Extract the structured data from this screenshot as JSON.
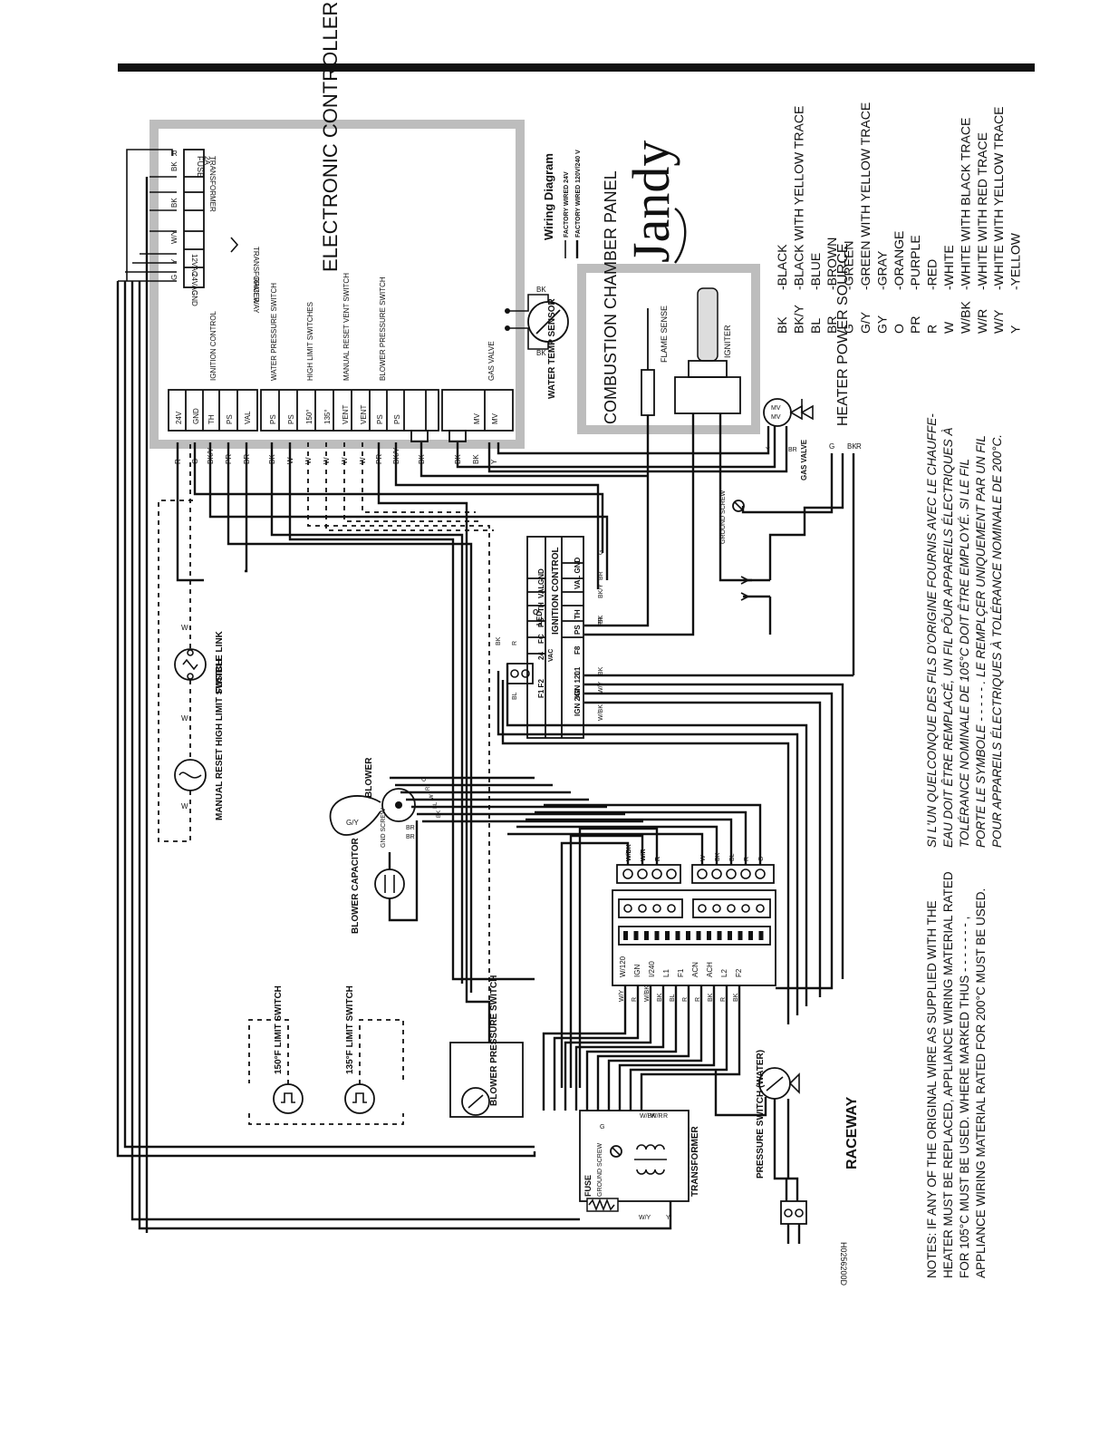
{
  "title": {
    "line1": "Wiring Diagram",
    "line2": "FACTORY WIRED 24V",
    "line3": "FACTORY WIRED 120V/240 V"
  },
  "brand": "Jandy",
  "electronic_controller": "ELECTRONIC CONTROLLER",
  "connector_top": {
    "transformer_label": "TRANSFORMER",
    "fuse_label": "FUSE",
    "fuse_rating": "2A",
    "transformer2_label": "TRANSFORMER",
    "raceway_label": "RACEWAY",
    "cells": [
      "BK",
      "",
      "BK",
      "",
      "W/Y",
      "12VAC",
      "Y",
      "24VAC",
      "G",
      "GND"
    ],
    "wire_r": "R"
  },
  "connector_bottom": {
    "groups": [
      "IGNITION CONTROL",
      "WATER PRESSURE SWITCH",
      "HIGH LIMIT SWITCHES",
      "MANUAL RESET VENT SWITCH",
      "BLOWER PRESSURE SWITCH",
      "GAS VALVE"
    ],
    "cells": [
      "24V",
      "GND",
      "TH",
      "PS",
      "VAL",
      "PS",
      "PS",
      "150°",
      "135°",
      "VENT",
      "VENT",
      "PS",
      "PS",
      "",
      "",
      "",
      "MV",
      "MV"
    ],
    "wires": [
      "R",
      "G",
      "BK/Y",
      "PR",
      "BR",
      "BK",
      "W",
      "W",
      "W",
      "W",
      "W",
      "PR",
      "BK/Y",
      "BK",
      "",
      "BK",
      "BK",
      "Y"
    ]
  },
  "water_temp_sensor": {
    "label": "WATER TEMP SENSOR",
    "w1": "BK",
    "w2": "BK"
  },
  "combustion_panel": {
    "title": "COMBUSTION CHAMBER PANEL",
    "flame": "FLAME SENSE",
    "igniter": "IGNITER"
  },
  "wire_colors": [
    [
      "BK",
      "-BLACK"
    ],
    [
      "BK/Y",
      "-BLACK WITH YELLOW TRACE"
    ],
    [
      "BL",
      "-BLUE"
    ],
    [
      "BR",
      "-BROWN"
    ],
    [
      "G",
      "-GREEN"
    ],
    [
      "G/Y",
      "-GREEN WITH YELLOW TRACE"
    ],
    [
      "GY",
      "-GRAY"
    ],
    [
      "O",
      "-ORANGE"
    ],
    [
      "PR",
      "-PURPLE"
    ],
    [
      "R",
      "-RED"
    ],
    [
      "W",
      "-WHITE"
    ],
    [
      "W/BK",
      "-WHITE WITH BLACK TRACE"
    ],
    [
      "W/R",
      "-WHITE WITH RED TRACE"
    ],
    [
      "W/Y",
      "-WHITE WITH YELLOW TRACE"
    ],
    [
      "Y",
      "-YELLOW"
    ]
  ],
  "heater_power": "HEATER POWER SOURCE",
  "heater_wires": [
    "G",
    "BK",
    "R"
  ],
  "gas_valve": {
    "label": "GAS VALVE",
    "mv1": "MV",
    "mv2": "MV",
    "w1": "Y",
    "w2": "BR"
  },
  "ground_screw": "GROUND SCREW",
  "ignition_control": {
    "title": "IGNITION CONTROL",
    "led": "LED",
    "led_o": "O",
    "top_cells": [
      "F1 F2",
      "24",
      "FC",
      "PS",
      "TH",
      "VAL",
      "GND"
    ],
    "top_sub": [
      "",
      "VAC",
      "",
      "",
      "",
      "",
      ""
    ],
    "bottom_cells": [
      "IGN 240",
      "IGN 120",
      "L1",
      "F8",
      "PS",
      "TH",
      "VAL GND"
    ],
    "wires_right": [
      "G",
      "BR",
      "BK/Y",
      "PR",
      "BK"
    ],
    "wires_left": [
      "BK",
      "R",
      "BL",
      "W/BK",
      "W/Y",
      "BK"
    ]
  },
  "manual_reset": "MANUAL RESET HIGH LIMIT SWITCH",
  "fusible_link": "FUSIBLE LINK",
  "blower": {
    "label": "BLOWER",
    "capacitor": "BLOWER CAPACITOR",
    "gnd": "GND SCREW",
    "wires": [
      "G/Y",
      "BR",
      "BR",
      "BK",
      "BL",
      "W",
      "R",
      "O"
    ]
  },
  "terminal_top": [
    "W/BK",
    "W/R",
    "R",
    "W",
    "BK",
    "BL",
    "R",
    "O"
  ],
  "terminal_bottom": [
    "W/120",
    "IGN",
    "I/240",
    "L1",
    "F1",
    "ACN",
    "ACH",
    "L2",
    "F2"
  ],
  "terminal_bottom_wires": [
    "W/Y",
    "R",
    "W/BK",
    "BK",
    "BL",
    "R",
    "R",
    "BK",
    "R",
    "BK"
  ],
  "limit150": "150°F LIMIT SWITCH",
  "limit135": "135°F LIMIT SWITCH",
  "blower_ps": "BLOWER PRESSURE SWITCH",
  "transformer": {
    "label": "TRANSFORMER",
    "fuse": "FUSE",
    "ground": "GROUND SCREW",
    "wires": [
      "W/BK",
      "W/R",
      "R",
      "G",
      "W/Y",
      "Y"
    ]
  },
  "water_ps": "PRESSURE SWITCH (WATER)",
  "raceway": "RACEWAY",
  "part_no": "H0256200D",
  "notes_en": [
    "NOTES: IF ANY OF THE ORIGINAL WIRE AS SUPPLIED WITH THE",
    "HEATER MUST BE REPLACED, APPLIANCE WIRING MATERIAL RATED",
    "FOR 105°C MUST BE USED. WHERE MARKED THUS - - - - - - - ,",
    "APPLIANCE WIRING MATERIAL RATED FOR 200°C MUST BE USED."
  ],
  "notes_fr": [
    "SI L'UN QUELCONQUE DES FILS D'ORIGINE FOURNIS AVEC LE CHAUFFE-",
    "EAU DOIT ÊTRE REMPLACÉ, UN FIL PÔUR APPAREILS ÉLECTRIQUES À",
    "TOLÉRANCE NOMINALE DE 105°C DOIT ÊTRE EMPLOYÉ. SI LE FIL",
    "PORTE LE SYMBOLE - - - - - . LE REMPLÇER UNIQUEMENT PAR UN FIL",
    "POUR APPAREILS ÉLECTRIQUES À TOLÉRANCE NOMINALE DE 200°C."
  ]
}
